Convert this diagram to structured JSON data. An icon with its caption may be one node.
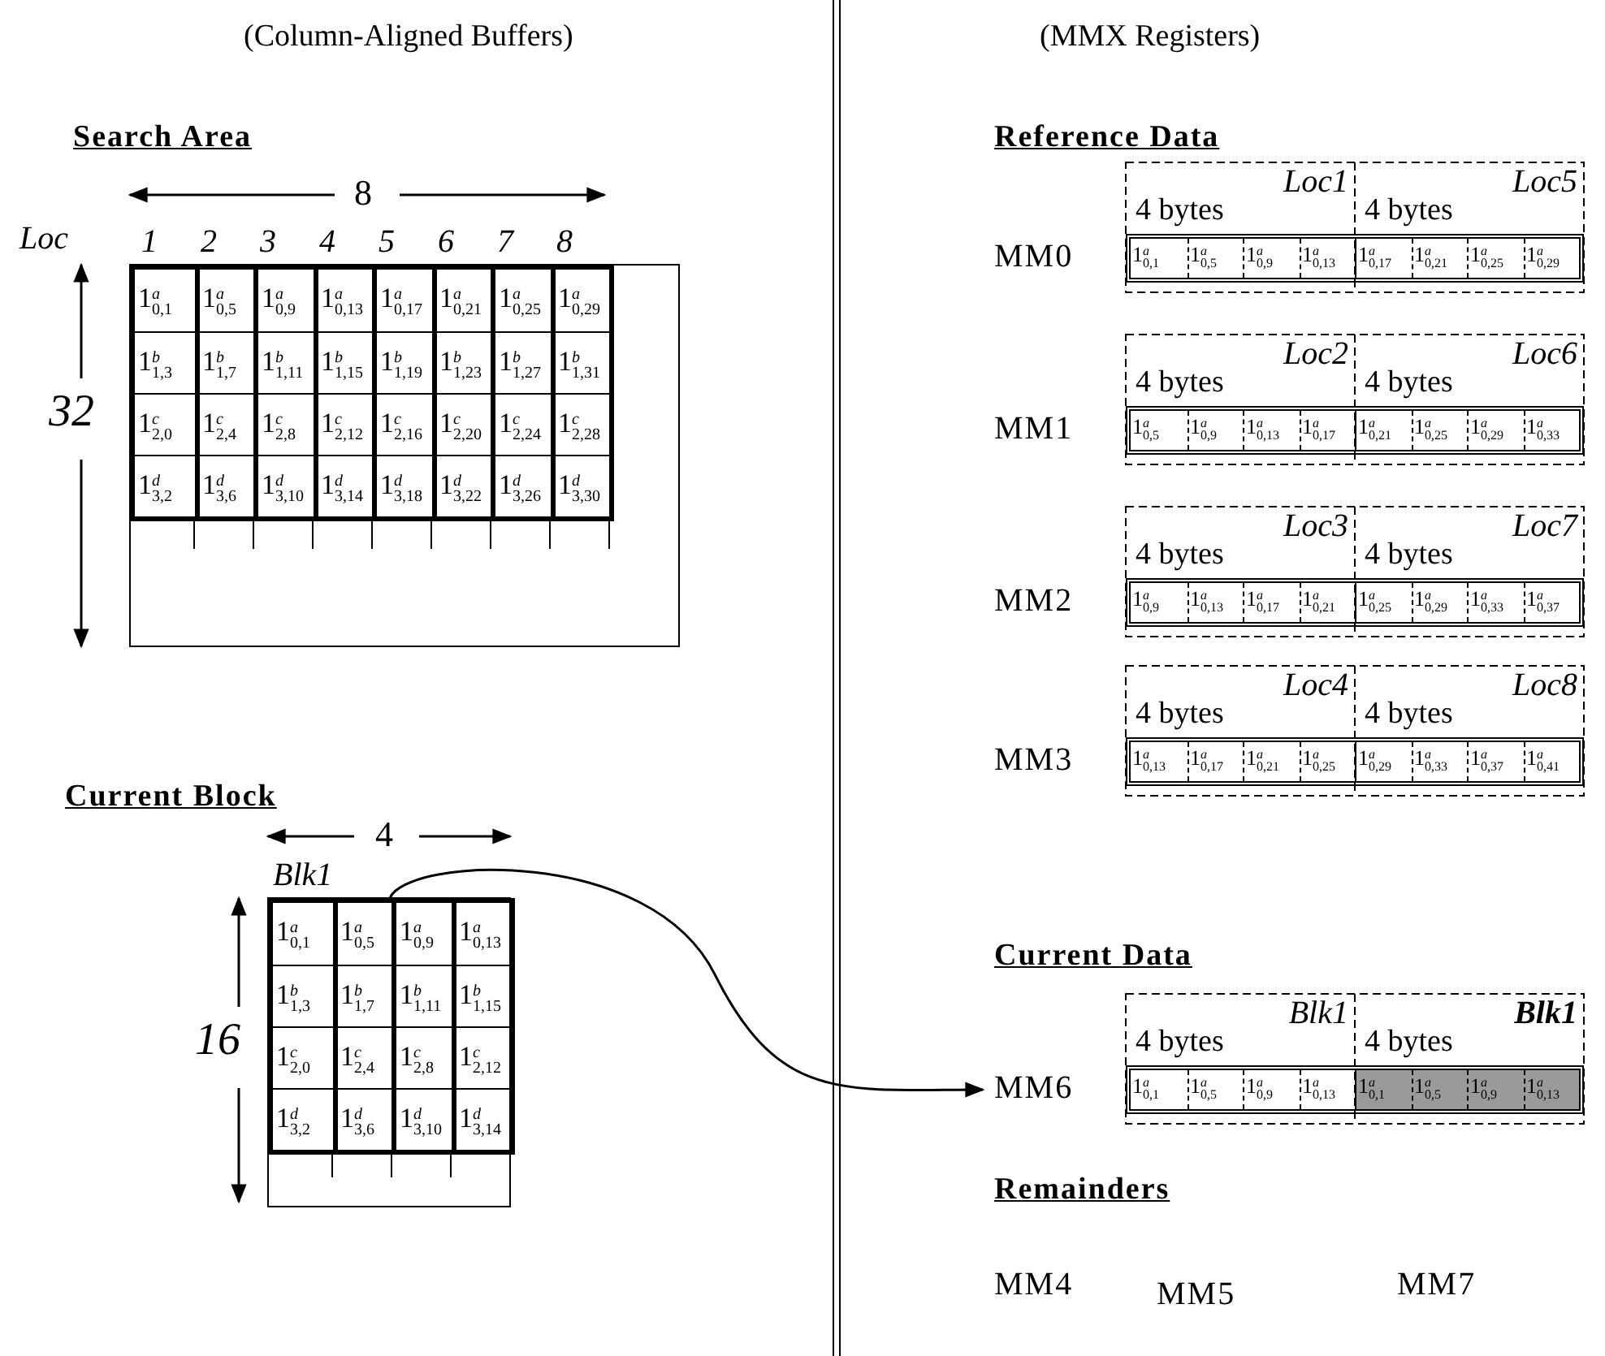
{
  "diagram": {
    "nodes": [
      {
        "text": [
          "1$^{a}$$_{0,1}$",
          "1$^{a}$$_{0,5}$",
          "1$^{a}$$_{0,9}$",
          "1$^{a}$$_{0,13}$",
          "1$^{a}$$_{0,17}$",
          "1$^{a}$$_{0,21}$",
          "1$^{a}$$_{0,25}$",
          "1$^{a}$$_{0,29}$",
          "1$^{b}$$_{1,3}$",
          "1$^{b}$$_{1,7}$",
          "1$^{b}$$_{1,11}$",
          "1$^{b}$$_{1,15}$",
          "1$^{b}$$_{1,19}$",
          "1$^{b}$$_{1,23}$",
          "1$^{b}$$_{1,27}$",
          "1$^{b}$$_{1,31}$",
          "1$^{c}$$_{2,0}$",
          "1$^{c}$$_{2,4}$",
          "1$^{c}$$_{2,8}$",
          "1$^{c}$$_{2,12}$",
          "1$^{c}$$_{2,16}$",
          "1$^{c}$$_{2,20}$",
          "1$^{c}$$_{2,24}$",
          "1$^{c}$$_{2,28}$",
          "1$^{d}$$_{3,2}$",
          "1$^{d}$$_{3,6}$",
          "1$^{d}$$_{3,10}$",
          "1$^{d}$$_{3,14}$",
          "1$^{d}$$_{3,18}$",
          "1$^{d}$$_{3,22}$",
          "1$^{d}$$_{3,26}$",
          "1$^{d}$$_{3,30}$"
        ]
      },
      {
        "text": [
          "1$^{a}$$_{0,1}$",
          "1$^{a}$$_{0,5}$",
          "1$^{a}$$_{0,9}$",
          "1$^{a}$$_{0,13}$",
          "1$^{b}$$_{1,3}$",
          "1$^{b}$$_{1,7}$",
          "1$^{b}$$_{1,11}$",
          "1$^{b}$$_{1,15}$",
          "1$^{c}$$_{2,0}$",
          "1$^{c}$$_{2,4}$",
          "1$^{c}$$_{2,8}$",
          "1$^{c}$$_{2,12}$",
          "1$^{d}$$_{3,2}$",
          "1$^{d}$$_{3,6}$",
          "1$^{d}$$_{3,10}$",
          "1$^{d}$$_{3,14}$"
        ],
        "beside": [
          "Blk1"
        ]
      },
      {
        "text": [
          "1$^{a}$$_{0,1}$",
          "1$^{a}$$_{0,5}$",
          "1$^{a}$$_{0,9}$",
          "1$^{a}$$_{0,13}$",
          "1$^{a}$$_{0,17}$",
          "1$^{a}$$_{0,21}$",
          "1$^{a}$$_{0,25}$",
          "1$^{a}$$_{0,29}$"
        ],
        "beside": [
          "MM0"
        ]
      },
      {
        "text": [
          "1$^{a}$$_{0,5}$",
          "1$^{a}$$_{0,9}$",
          "1$^{a}$$_{0,13}$",
          "1$^{a}$$_{0,17}$",
          "1$^{a}$$_{0,21}$",
          "1$^{a}$$_{0,25}$",
          "1$^{a}$$_{0,29}$",
          "1$^{a}$$_{0,33}$"
        ],
        "beside": [
          "MM1"
        ]
      },
      {
        "text": [
          "1$^{a}$$_{0,9}$",
          "1$^{a}$$_{0,13}$",
          "1$^{a}$$_{0,17}$",
          "1$^{a}$$_{0,21}$",
          "1$^{a}$$_{0,25}$",
          "1$^{a}$$_{0,29}$",
          "1$^{a}$$_{0,33}$",
          "1$^{a}$$_{0,37}$"
        ],
        "beside": [
          "MM2"
        ]
      },
      {
        "text": [
          "1$^{a}$$_{0,13}$",
          "1$^{a}$$_{0,17}$",
          "1$^{a}$$_{0,21}$",
          "1$^{a}$$_{0,25}$",
          "1$^{a}$$_{0,29}$",
          "1$^{a}$$_{0,33}$",
          "1$^{a}$$_{0,37}$",
          "1$^{a}$$_{0,41}$"
        ],
        "beside": [
          "MM3"
        ]
      },
      {
        "text": [
          "1$^{a}$$_{0,1}$",
          "1$^{a}$$_{0,5}$",
          "1$^{a}$$_{0,9}$",
          "1$^{a}$$_{0,13}$",
          "1$^{a}$$_{0,1}$",
          "1$^{a}$$_{0,5}$",
          "1$^{a}$$_{0,9}$",
          "1$^{a}$$_{0,13}$"
        ],
        "beside": [
          "MM6"
        ]
      }
    ],
    "edges": [
      {
        "from": 1,
        "to": 6,
        "arrow": "to"
      }
    ],
    "labels": [
      "(Column-Aligned Buffers)",
      "Search Area",
      "8",
      "Loc",
      "1",
      "2",
      "3",
      "4",
      "5",
      "6",
      "7",
      "8",
      "32",
      "Current Block",
      "4",
      "16",
      "(MMX Registers)",
      "Reference Data",
      "Loc1",
      "Loc5",
      "4 bytes",
      "4 bytes",
      "Loc2",
      "Loc6",
      "4 bytes",
      "4 bytes",
      "Loc3",
      "Loc7",
      "4 bytes",
      "4 bytes",
      "Loc4",
      "Loc8",
      "4 bytes",
      "4 bytes",
      "Current Data",
      "Blk1",
      "Blk1",
      "4 bytes",
      "4 bytes",
      "Remainders",
      "MM4",
      "MM5",
      "MM7"
    ]
  }
}
